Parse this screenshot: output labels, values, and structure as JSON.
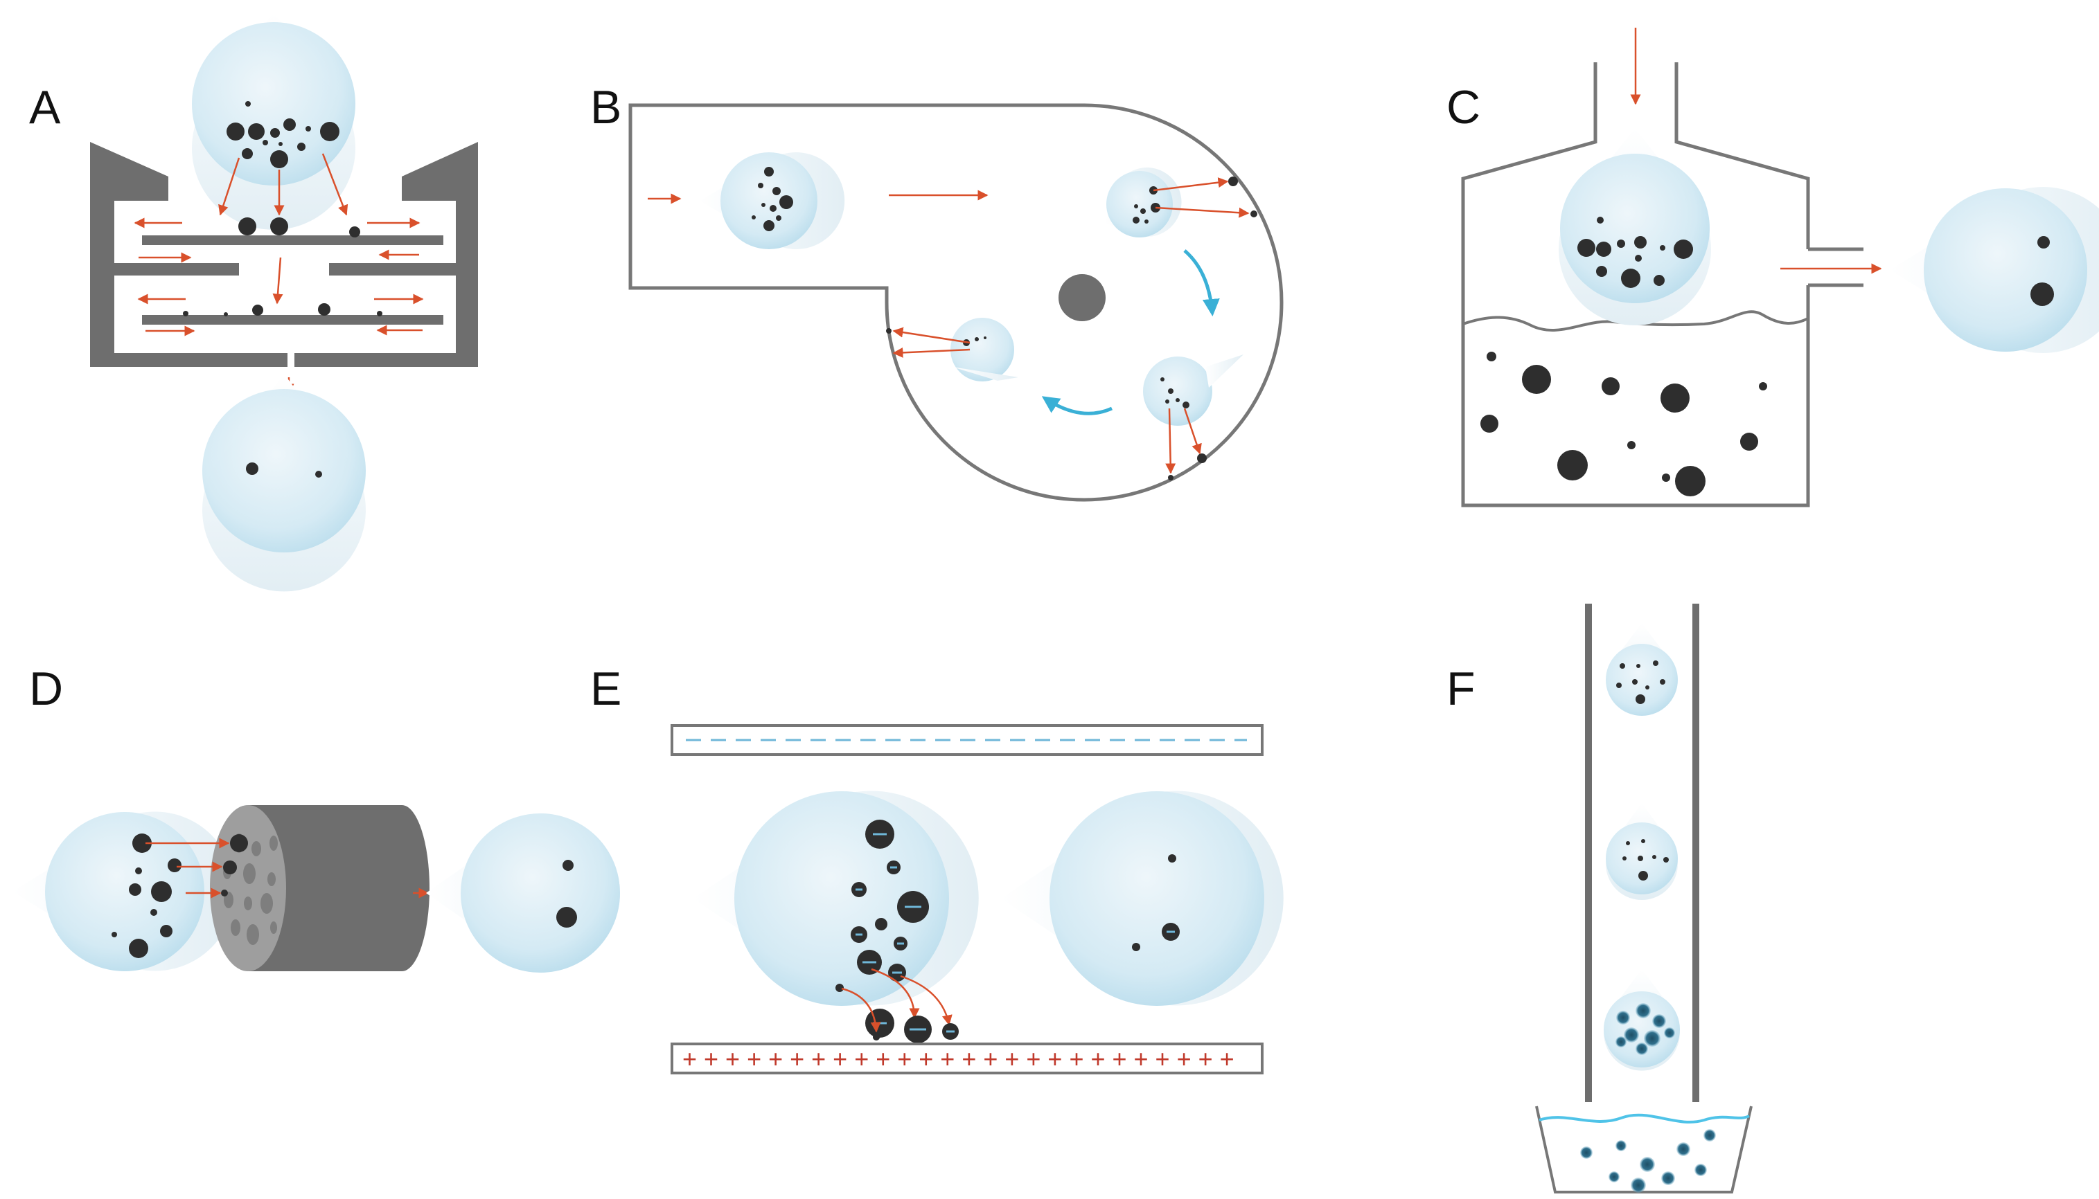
{
  "panels": [
    {
      "id": "A",
      "label": "A"
    },
    {
      "id": "B",
      "label": "B"
    },
    {
      "id": "C",
      "label": "C"
    },
    {
      "id": "D",
      "label": "D"
    },
    {
      "id": "E",
      "label": "E"
    },
    {
      "id": "F",
      "label": "F"
    }
  ],
  "plates": {
    "top_charge_symbols": "— — — — — — — — — — — — — — — — — — — — — —",
    "bottom_charge_symbols": "+ + + + + + + + + + + + + + + + + + + + + + + + + +",
    "negative_particle_symbol": "—"
  },
  "colors": {
    "wall": "#6e6e6e",
    "particle": "#2e2e2e",
    "arrow": "#d9502b",
    "flow_curve": "#3ab0d6",
    "droplet_light": "#f2f8fb",
    "droplet_dark": "#b8dcec",
    "negative_plate_dash": "#6fb7d8",
    "positive_plate_mark": "#c0392b",
    "wet_particle": "#2f6f8c",
    "water_line": "#4fc3e8"
  }
}
